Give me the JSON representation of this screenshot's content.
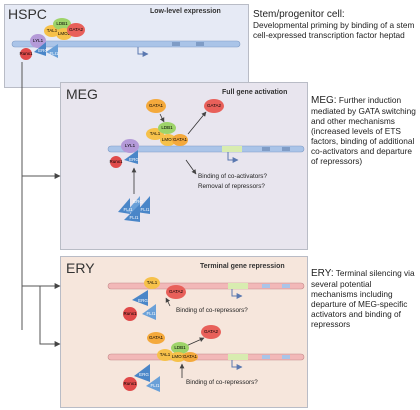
{
  "panels": {
    "hspc": {
      "title": "HSPC",
      "header": "Low-level expression"
    },
    "meg": {
      "title": "MEG",
      "header": "Full gene activation"
    },
    "ery": {
      "title": "ERY",
      "header": "Terminal gene repression"
    }
  },
  "descriptions": {
    "hspc": {
      "title": "Stem/progenitor cell:",
      "body": "Developmental priming by binding of a stem cell-expressed transcription factor heptad"
    },
    "meg": {
      "title": "MEG:",
      "body": "Further induction mediated by GATA switching and other mechanisms (increased levels of ETS factors, binding of additional co-activators and departure of repressors)"
    },
    "ery": {
      "title": "ERY:",
      "body": "Terminal silencing via several potential mechanisms including departure of MEG-specific activators and binding of repressors"
    }
  },
  "annotations": {
    "meg_cofactors": "Binding of co-activators?",
    "meg_repressors": "Removal of repressors?",
    "ery_corepressors_1": "Binding of co-repressors?",
    "ery_corepressors_2": "Binding of co-repressors?"
  },
  "factor_labels": {
    "lyl1": "LYL1",
    "tal1": "TAL1",
    "ldb1": "LDB1",
    "lmo2": "LMO2",
    "gata1": "GATA1",
    "gata2": "GATA2",
    "runx1": "Runx1",
    "erg": "ERG",
    "fli1": "FLI1"
  },
  "colors": {
    "dna": "#aac4e8",
    "dna_pink": "#f2b8b8",
    "dna_green": "#d8ecb0",
    "lyl1": "#b49ad8",
    "tal1": "#f6c14a",
    "ldb1": "#9ed46a",
    "lmo2": "#f6c14a",
    "gata1": "#f4a93c",
    "gata2": "#e8605a",
    "runx1": "#e04a4a",
    "ets": "#4a86c8",
    "fli1": "#6aa0d8"
  }
}
